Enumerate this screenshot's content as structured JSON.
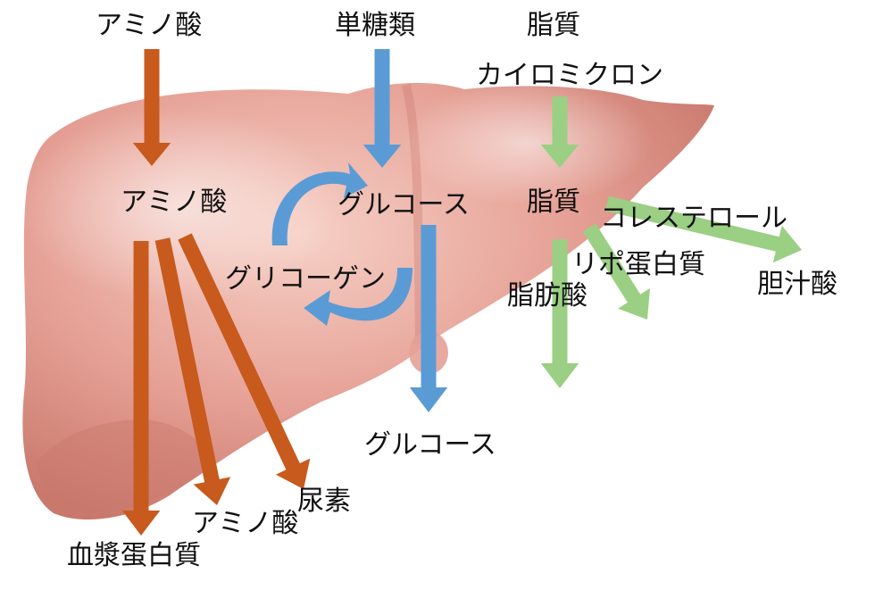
{
  "colors": {
    "liver_base": "#e6a196",
    "liver_dark": "#c9786c",
    "liver_light": "#f6d0c6",
    "protein_arrow": "#c75a1c",
    "sugar_arrow": "#5b9bd5",
    "fat_arrow": "#9bcf84"
  },
  "labels": {
    "amino_in": "アミノ酸",
    "sugar_in": "単糖類",
    "fat_in": "脂質",
    "chylomicron": "カイロミクロン",
    "amino_liver": "アミノ酸",
    "glucose_liver": "グルコース",
    "fat_liver": "脂質",
    "cholesterol": "コレステロール",
    "glycogen": "グリコーゲン",
    "lipoprotein": "リポ蛋白質",
    "fatty_acid": "脂肪酸",
    "bile_acid": "胆汁酸",
    "glucose_out": "グルコース",
    "urea": "尿素",
    "amino_out": "アミノ酸",
    "plasma_protein": "血漿蛋白質"
  }
}
